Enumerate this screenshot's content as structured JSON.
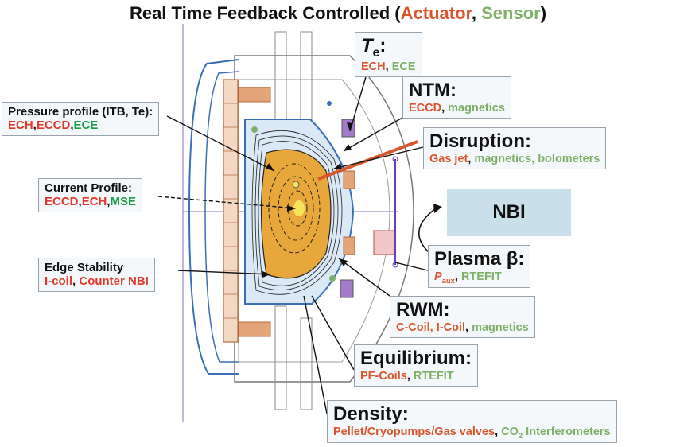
{
  "title": {
    "prefix": "Real Time Feedback Controlled (",
    "actuator": "Actuator",
    "comma": ", ",
    "sensor": "Sensor",
    "suffix": ")"
  },
  "colors": {
    "actuator_title": "#d9552b",
    "sensor_title": "#7fb069",
    "actuator_left": "#e0392b",
    "sensor_left": "#1a9e48",
    "plasma": "#e8a73a",
    "nbi_box": "#c9e0ea",
    "wall": "#3a6fb5"
  },
  "labels": {
    "pressure": {
      "title": "Pressure profile (ITB, Te):",
      "a1": "ECH",
      "a2": "ECCD",
      "s1": "ECE"
    },
    "current": {
      "title": "Current Profile:",
      "a1": "ECCD",
      "a2": "ECH",
      "s1": "MSE"
    },
    "edge": {
      "title": "Edge Stability",
      "a1": "I-coil",
      "a2": "Counter NBI"
    },
    "te": {
      "title_t": "T",
      "title_sub": "e",
      "title_colon": ":",
      "a1": "ECH",
      "s1": "ECE"
    },
    "ntm": {
      "title": "NTM:",
      "a1": "ECCD",
      "s1": "magnetics"
    },
    "disruption": {
      "title": "Disruption:",
      "a1": "Gas jet",
      "s1": "magnetics, bolometers"
    },
    "nbi": "NBI",
    "beta": {
      "title": "Plasma β:",
      "a1_main": "P",
      "a1_sub": "aux",
      "s1": "RTEFIT"
    },
    "rwm": {
      "title": "RWM:",
      "a1": "C-Coil, I-Coil",
      "s1": "magnetics"
    },
    "equilibrium": {
      "title": "Equilibrium:",
      "a1": "PF-Coils",
      "s1": "RTEFIT"
    },
    "density": {
      "title": "Density:",
      "a1": "Pellet/Cryopumps/Gas valves",
      "s1_main": "CO",
      "s1_sub": "2",
      "s1_rest": " Interferometers"
    }
  }
}
